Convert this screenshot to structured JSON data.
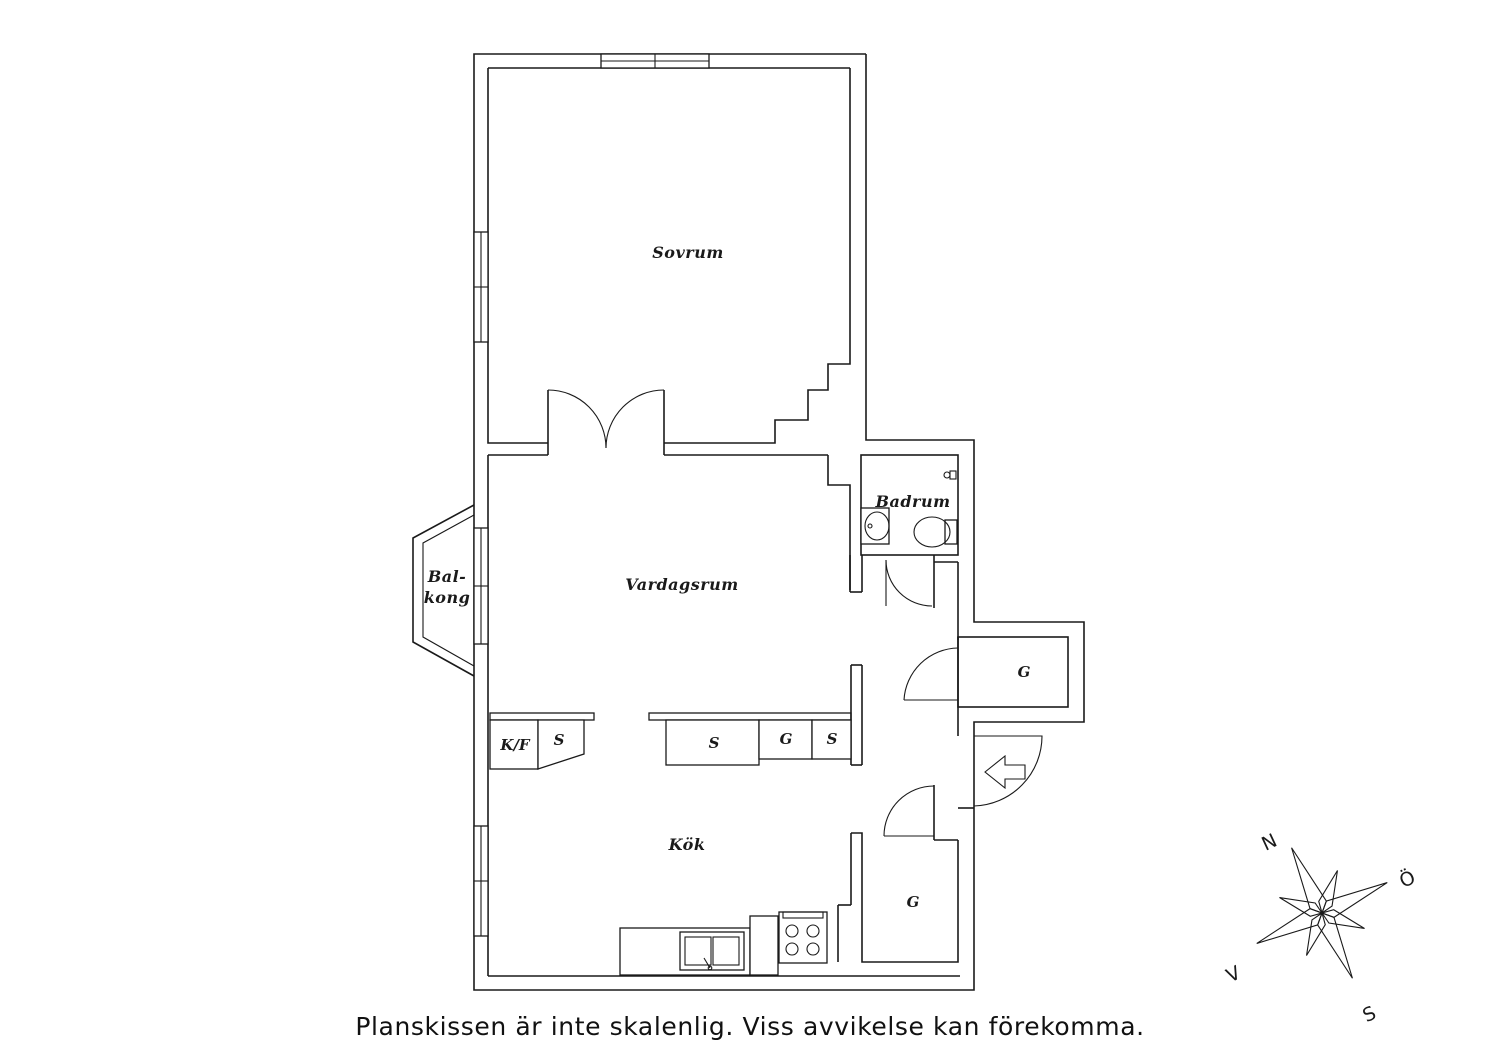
{
  "rooms": {
    "sovrum": "Sovrum",
    "vardagsrum": "Vardagsrum",
    "kok": "Kök",
    "badrum": "Badrum",
    "balkong_line1": "Bal-",
    "balkong_line2": "kong",
    "garderob_hall": "G",
    "garderob_kok": "G"
  },
  "fixtures": {
    "kyl_frys": "K/F",
    "skap_left": "S",
    "skap_mid": "S",
    "garderob_mid": "G",
    "skap_right": "S"
  },
  "compass": {
    "north": "N",
    "east": "Ö",
    "south": "S",
    "west": "V"
  },
  "disclaimer": "Planskissen är inte skalenlig. Viss avvikelse kan förekomma."
}
